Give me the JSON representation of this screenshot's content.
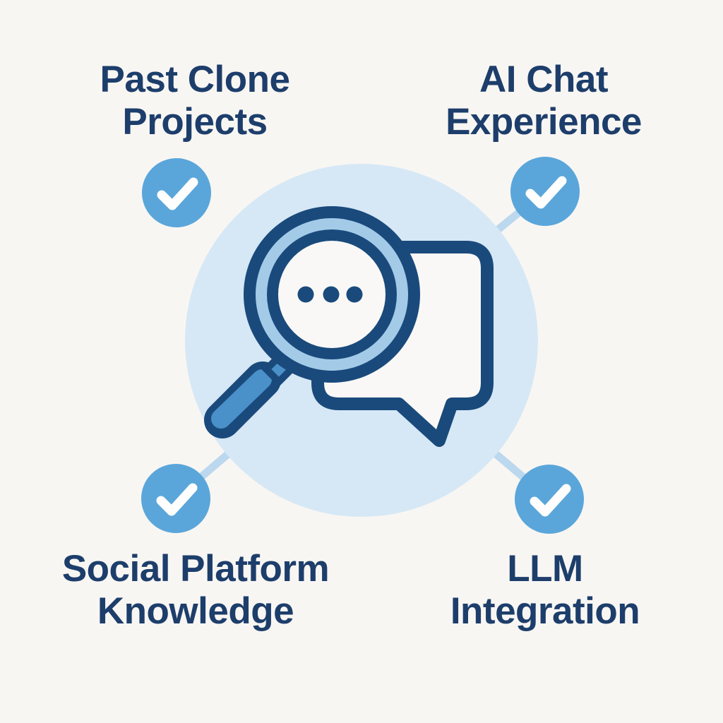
{
  "colors": {
    "background": "#f8f6f3",
    "navy_text": "#1d3e6b",
    "icon_outline": "#1a4a7c",
    "center_circle": "#d6e8f5",
    "connector": "#bbd8ee",
    "check_circle": "#5aa6da",
    "check_mark": "#fdfefd",
    "ring_band": "#a3cbe8",
    "handle_fill": "#4a90c9",
    "bubble_fill": "#f9f8f6"
  },
  "diagram": {
    "type": "hub-and-spoke-infographic",
    "center_icon": {
      "name": "search-chat-icon",
      "parts": [
        "magnifying-glass",
        "speech-bubble",
        "ellipsis-dots"
      ]
    },
    "nodes": [
      {
        "id": "past-clone-projects",
        "position": "top-left",
        "checked": true,
        "line1": "Past Clone",
        "line2": "Projects"
      },
      {
        "id": "ai-chat-experience",
        "position": "top-right",
        "checked": true,
        "line1": "AI Chat",
        "line2": "Experience"
      },
      {
        "id": "social-platform-knowledge",
        "position": "bottom-left",
        "checked": true,
        "line1": "Social Platform",
        "line2": "Knowledge"
      },
      {
        "id": "llm-integration",
        "position": "bottom-right",
        "checked": true,
        "line1": "LLM",
        "line2": "Integration"
      }
    ]
  }
}
